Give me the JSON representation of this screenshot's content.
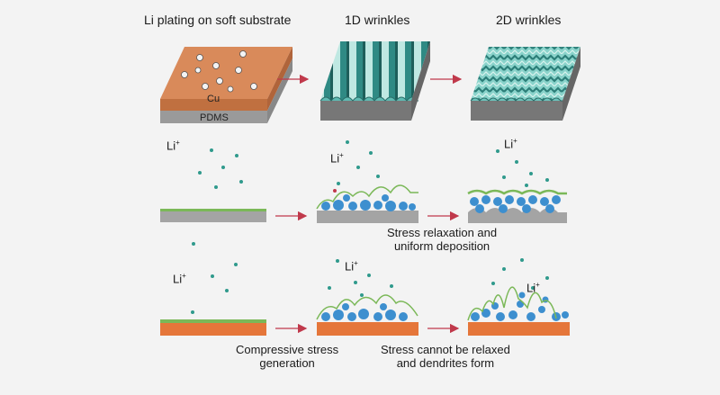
{
  "titles": {
    "li_plating": "Li plating on soft substrate",
    "wrinkles_1d": "1D wrinkles",
    "wrinkles_2d": "2D wrinkles"
  },
  "layers": {
    "cu": "Cu",
    "pdms": "PDMS"
  },
  "ion": {
    "symbol": "Li",
    "charge": "+"
  },
  "captions": {
    "stress_relaxation": "Stress relaxation and",
    "stress_relaxation_2": "uniform deposition",
    "compressive": "Compressive stress",
    "compressive_2": "generation",
    "not_relaxed": "Stress cannot be relaxed",
    "not_relaxed_2": "and dendrites form"
  },
  "colors": {
    "copper": "#d98a5a",
    "pdms": "#9a9a9a",
    "wrinkle": "#4fb0a8",
    "li_ion": "#2f9a8c",
    "li_deposit": "#3d8fcf",
    "sei": "#7bb858",
    "arrow": "#c0394b",
    "orange_substrate": "#e5763a"
  }
}
